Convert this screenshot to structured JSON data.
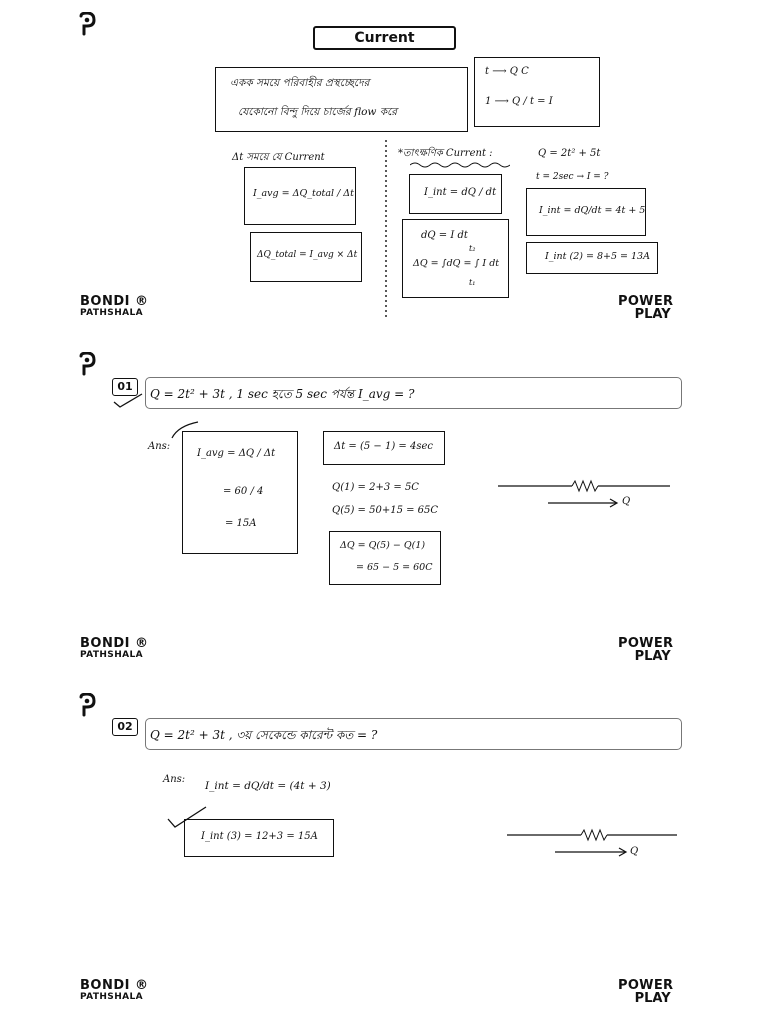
{
  "slide1": {
    "title": "Current",
    "bengali_def_line1": "একক সময়ে পরিবাহীর প্রস্থচ্ছেদের",
    "bengali_def_line2": "যেকোনো বিন্দু দিয়ে চার্জের flow করে",
    "rel_line1": "t ⟶ Q C",
    "rel_line2": "1 ⟶ Q / t = I",
    "avg_heading": "Δt সময়ে যে Current",
    "avg_formula": "I_avg = ΔQ_total / Δt",
    "avg_charge": "ΔQ_total = I_avg × Δt",
    "inst_heading": "*তাৎক্ষণিক Current :",
    "inst_formula": "I_int = dQ / dt",
    "inst_charge_1": "dQ = I dt",
    "inst_charge_2": "ΔQ = ∫dQ = ∫ I dt",
    "inst_limit_top": "t₂",
    "inst_limit_bottom": "t₁",
    "example_q": "Q = 2t² + 5t",
    "example_t": "t = 2sec → I = ?",
    "example_deriv": "I_int = dQ/dt = 4t + 5",
    "example_result": "I_int (2) = 8+5 = 13A"
  },
  "slide2": {
    "number": "01",
    "question": "Q = 2t² + 3t , 1 sec হতে 5 sec পর্যন্ত I_avg = ?",
    "ans_label": "Ans:",
    "avg_line1": "I_avg = ΔQ / Δt",
    "avg_line2": "= 60 / 4",
    "avg_line3": "= 15A",
    "dt_box": "Δt = (5 − 1) = 4sec",
    "q1": "Q(1) = 2+3 = 5C",
    "q5": "Q(5) = 50+15 = 65C",
    "dq_line1": "ΔQ = Q(5) − Q(1)",
    "dq_line2": "= 65 − 5 = 60C",
    "circuit_label": "Q"
  },
  "slide3": {
    "number": "02",
    "question": "Q = 2t² + 3t , ৩য় সেকেন্ডে কারেন্ট কত = ?",
    "ans_label": "Ans:",
    "inst_line": "I_int = dQ/dt = (4t + 3)",
    "result": "I_int (3) = 12+3 = 15A",
    "circuit_label": "Q"
  },
  "branding": {
    "left_line1": "BONDI ®",
    "left_line2": "PATHSHALA",
    "right_line1": "POWER",
    "right_line2": "PLAY"
  }
}
